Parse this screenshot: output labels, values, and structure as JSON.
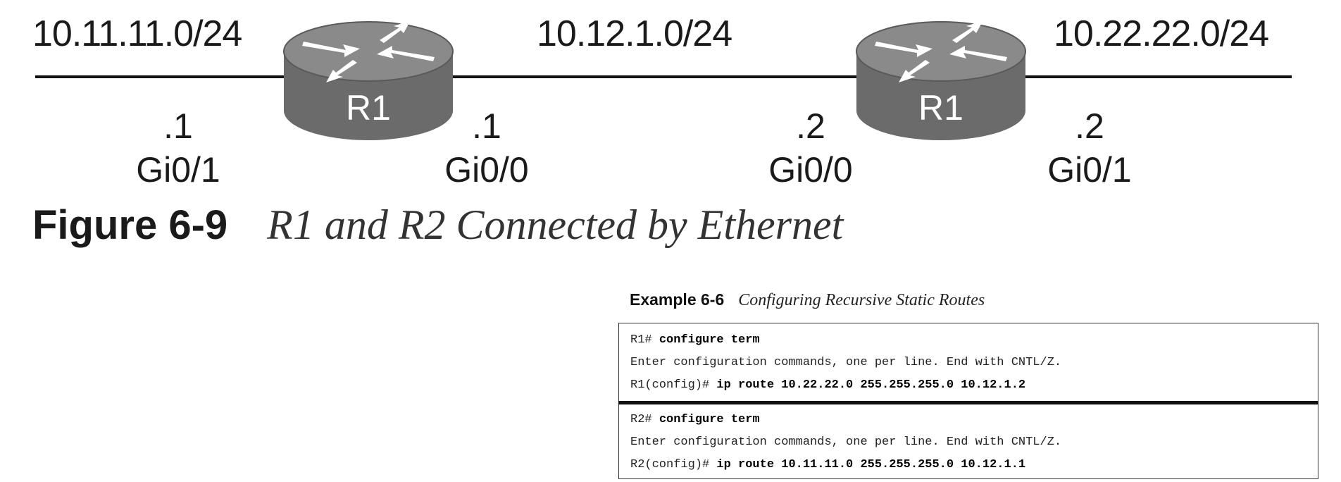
{
  "diagram": {
    "subnets": [
      "10.11.11.0/24",
      "10.12.1.0/24",
      "10.22.22.0/24"
    ],
    "routers": [
      {
        "label": "R1",
        "left": {
          "host": ".1",
          "iface": "Gi0/1"
        },
        "right": {
          "host": ".1",
          "iface": "Gi0/0"
        }
      },
      {
        "label": "R1",
        "left": {
          "host": ".2",
          "iface": "Gi0/0"
        },
        "right": {
          "host": ".2",
          "iface": "Gi0/1"
        }
      }
    ],
    "colors": {
      "router_body": "#6e6e6e",
      "router_top": "#8c8c8c",
      "line": "#111111",
      "arrows": "#ffffff"
    }
  },
  "figure": {
    "number": "Figure 6-9",
    "title": "R1 and R2 Connected by Ethernet"
  },
  "example": {
    "number": "Example 6-6",
    "title": "Configuring Recursive Static Routes",
    "blocks": [
      [
        {
          "prompt": "R1# ",
          "cmd": "configure term"
        },
        {
          "prompt": "Enter configuration commands, one per line. End with CNTL/Z.",
          "cmd": ""
        },
        {
          "prompt": "R1(config)# ",
          "cmd": "ip route 10.22.22.0 255.255.255.0 10.12.1.2"
        }
      ],
      [
        {
          "prompt": "R2# ",
          "cmd": "configure term"
        },
        {
          "prompt": "Enter configuration commands, one per line. End with CNTL/Z.",
          "cmd": ""
        },
        {
          "prompt": "R2(config)# ",
          "cmd": "ip route 10.11.11.0 255.255.255.0 10.12.1.1"
        }
      ]
    ]
  }
}
